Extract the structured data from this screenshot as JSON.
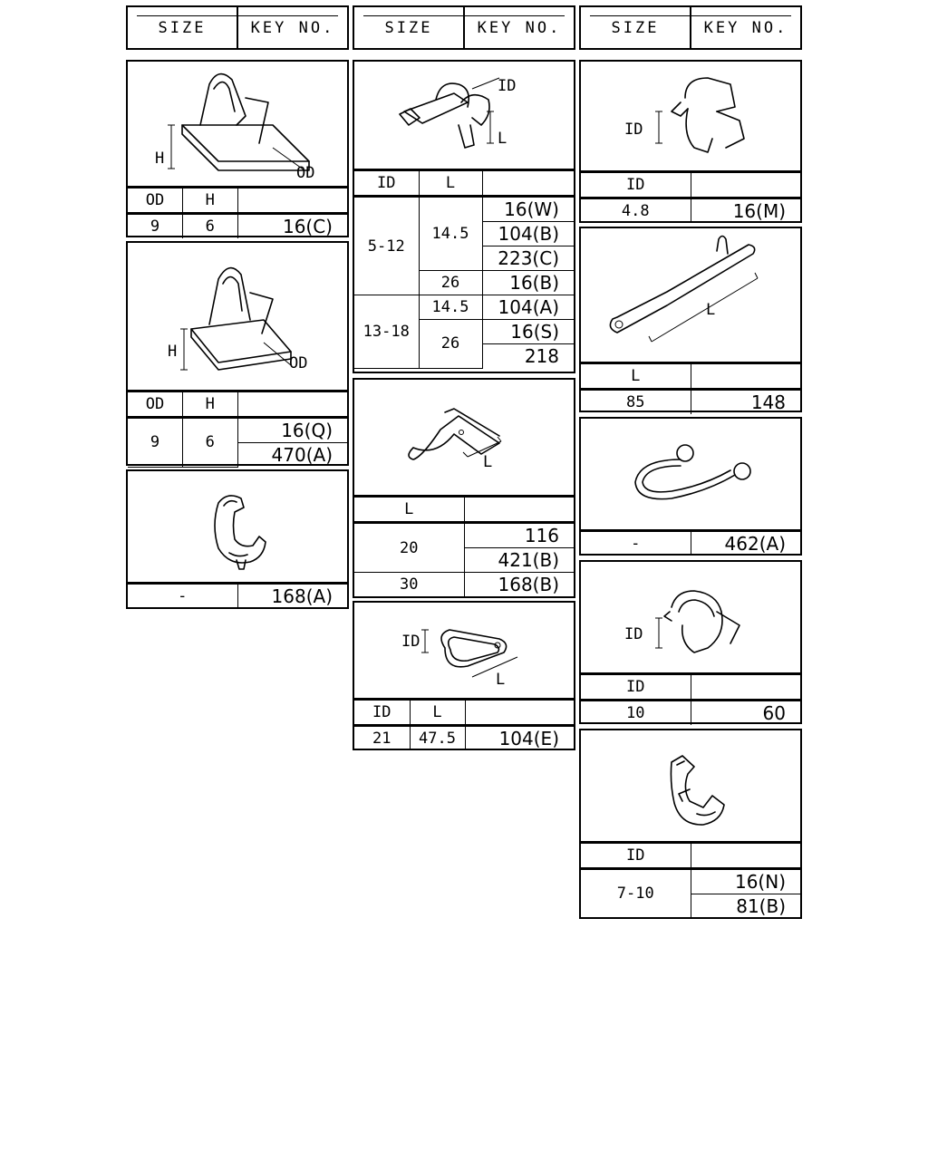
{
  "header": {
    "size": "SIZE",
    "key_no": "KEY NO."
  },
  "panels": {
    "c1a": {
      "labels": [
        "H",
        "OD"
      ],
      "cols": [
        "OD",
        "H",
        ""
      ],
      "rows": [
        [
          "9",
          "6",
          "16(C)"
        ]
      ]
    },
    "c1b": {
      "labels": [
        "H",
        "OD"
      ],
      "cols": [
        "OD",
        "H",
        ""
      ],
      "rows": [
        [
          "9",
          "6",
          "16(Q)"
        ],
        [
          "",
          "",
          "470(A)"
        ]
      ]
    },
    "c1c": {
      "rows": [
        [
          "-",
          "168(A)"
        ]
      ]
    },
    "c2a": {
      "labels": [
        "ID",
        "L"
      ],
      "cols": [
        "ID",
        "L",
        ""
      ],
      "rows": [
        [
          "5-12",
          "14.5",
          "16(W)"
        ],
        [
          "",
          "",
          "104(B)"
        ],
        [
          "",
          "",
          "223(C)"
        ],
        [
          "",
          "26",
          "16(B)"
        ],
        [
          "13-18",
          "14.5",
          "104(A)"
        ],
        [
          "",
          "26",
          "16(S)"
        ],
        [
          "",
          "",
          "218"
        ]
      ]
    },
    "c2b": {
      "labels": [
        "L"
      ],
      "cols": [
        "L",
        ""
      ],
      "rows": [
        [
          "20",
          "116"
        ],
        [
          "",
          "421(B)"
        ],
        [
          "30",
          "168(B)"
        ]
      ]
    },
    "c2c": {
      "labels": [
        "ID",
        "L"
      ],
      "cols": [
        "ID",
        "L",
        ""
      ],
      "rows": [
        [
          "21",
          "47.5",
          "104(E)"
        ]
      ]
    },
    "c3a": {
      "labels": [
        "ID"
      ],
      "cols": [
        "ID",
        ""
      ],
      "rows": [
        [
          "4.8",
          "16(M)"
        ]
      ]
    },
    "c3b": {
      "labels": [
        "L"
      ],
      "cols": [
        "L",
        ""
      ],
      "rows": [
        [
          "85",
          "148"
        ]
      ]
    },
    "c3c": {
      "rows": [
        [
          "-",
          "462(A)"
        ]
      ]
    },
    "c3d": {
      "labels": [
        "ID"
      ],
      "cols": [
        "ID",
        ""
      ],
      "rows": [
        [
          "10",
          "60"
        ]
      ]
    },
    "c3e": {
      "cols": [
        "ID",
        ""
      ],
      "rows": [
        [
          "7-10",
          "16(N)"
        ],
        [
          "",
          "81(B)"
        ]
      ]
    }
  }
}
